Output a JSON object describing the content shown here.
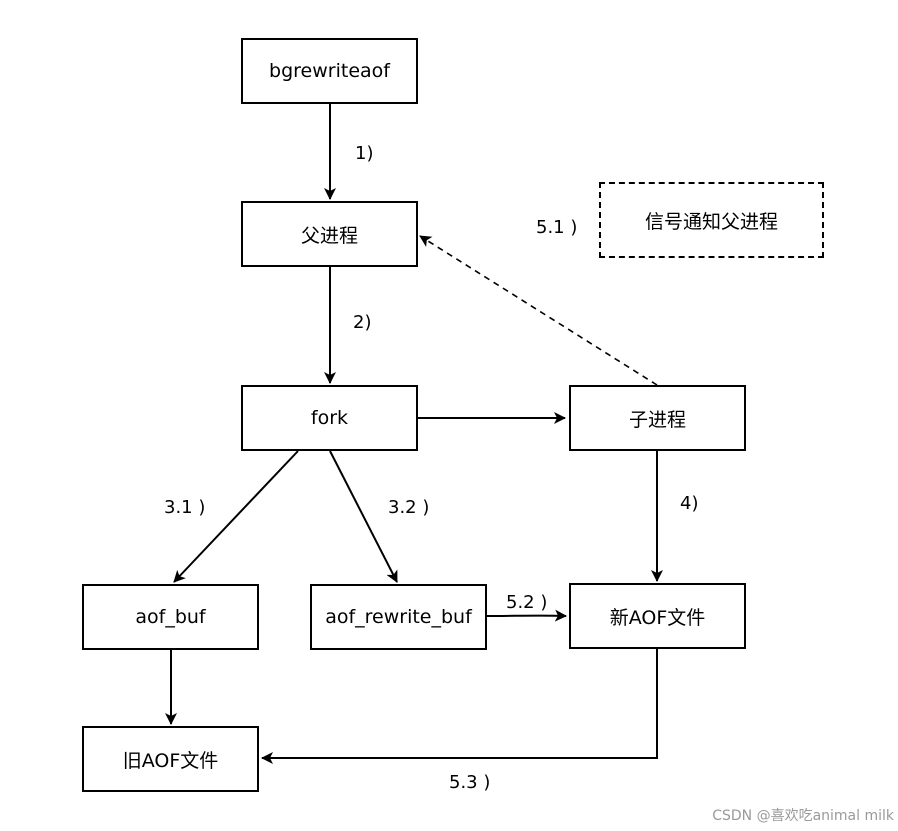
{
  "nodes": {
    "bgrewriteaof": "bgrewriteaof",
    "parent": "父进程",
    "fork": "fork",
    "child": "子进程",
    "signal": "信号通知父进程",
    "aof_buf": "aof_buf",
    "aof_rewrite_buf": "aof_rewrite_buf",
    "new_aof": "新AOF文件",
    "old_aof": "旧AOF文件"
  },
  "edge_labels": {
    "step1": "1)",
    "step2": "2)",
    "step3_1": "3.1 )",
    "step3_2": "3.2 )",
    "step4": "4)",
    "step5_1": "5.1 )",
    "step5_2": "5.2 )",
    "step5_3": "5.3 )"
  },
  "watermark": "CSDN @喜欢吃animal milk",
  "colors": {
    "stroke": "#000000",
    "background": "#ffffff",
    "watermark": "#9a9a9a"
  }
}
